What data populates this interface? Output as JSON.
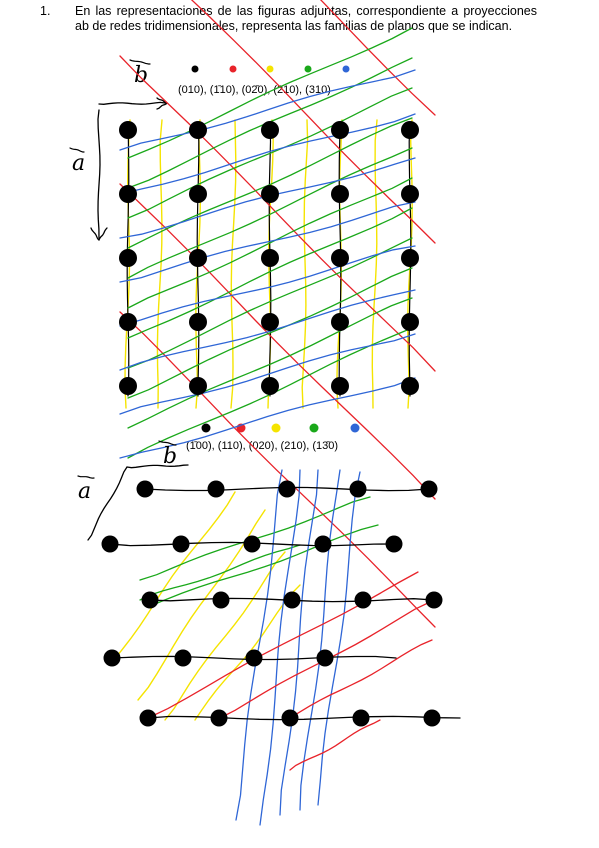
{
  "question": {
    "number": "1.",
    "text": "En las representaciones de las figuras adjuntas, correspondiente a proyecciones ab de redes tridimensionales, representa las familias de planos que se indican."
  },
  "figure1": {
    "legend": "(010), (1̄10), (02̄0), (210), (310)",
    "axis_labels": {
      "a": "a",
      "b": "b"
    },
    "family_colors": [
      "#000000",
      "#e8232a",
      "#f5e400",
      "#1aa81a",
      "#2f66d6"
    ]
  },
  "figure2": {
    "legend": "(1̄00), (110), (020), (210), (13̄0)",
    "axis_labels": {
      "a": "a",
      "b": "b"
    },
    "family_colors": [
      "#000000",
      "#e8232a",
      "#f5e400",
      "#1aa81a",
      "#2f66d6"
    ]
  }
}
